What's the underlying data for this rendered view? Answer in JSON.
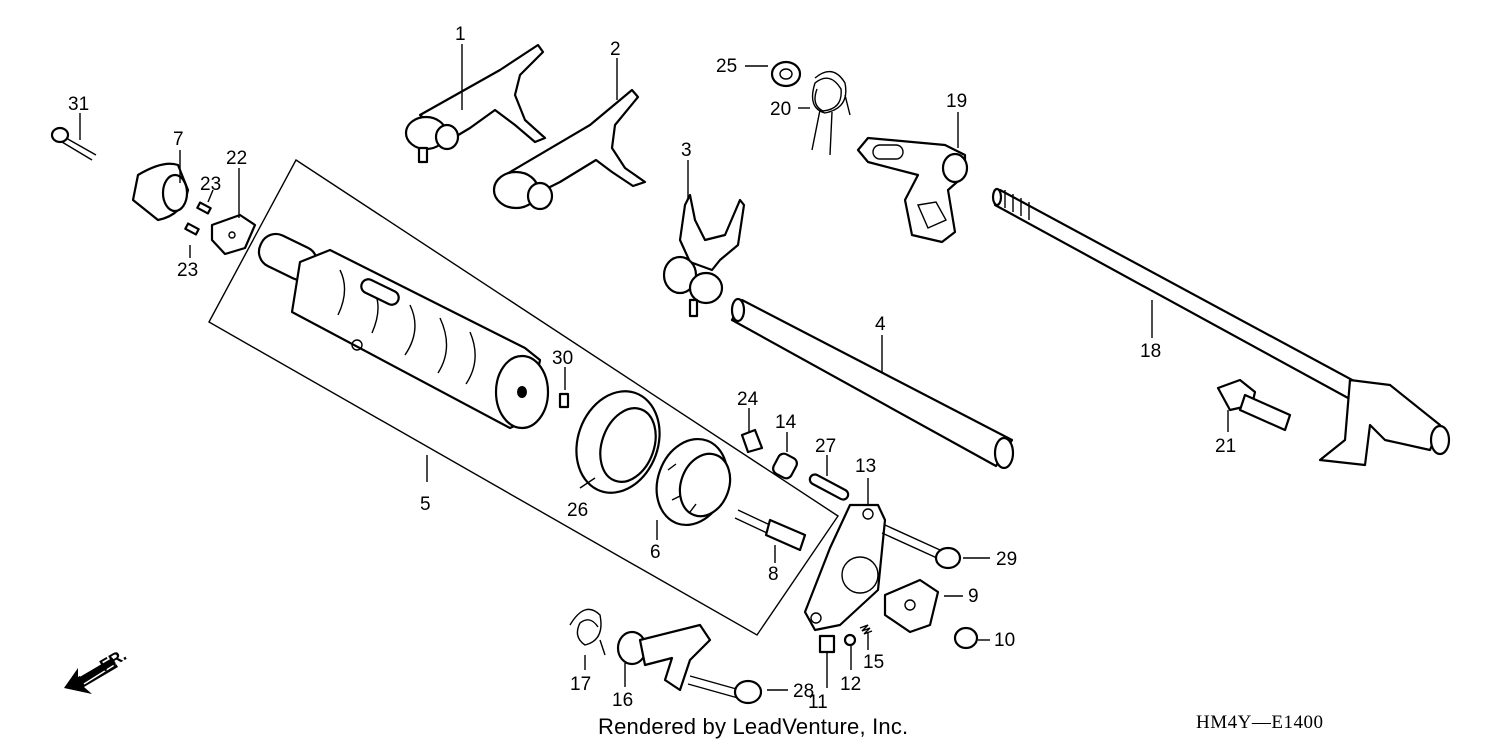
{
  "callouts": {
    "c1": "1",
    "c2": "2",
    "c3": "3",
    "c4": "4",
    "c5": "5",
    "c6": "6",
    "c7": "7",
    "c8": "8",
    "c9": "9",
    "c10": "10",
    "c11": "11",
    "c12": "12",
    "c13": "13",
    "c14": "14",
    "c15": "15",
    "c16": "16",
    "c17": "17",
    "c18": "18",
    "c19": "19",
    "c20": "20",
    "c21": "21",
    "c22": "22",
    "c23a": "23",
    "c23b": "23",
    "c24": "24",
    "c25": "25",
    "c26": "26",
    "c27": "27",
    "c28": "28",
    "c29": "29",
    "c30": "30",
    "c31": "31"
  },
  "front_arrow_label": "FR.",
  "credit": "Rendered by LeadVenture, Inc.",
  "diagram_code": "HM4Y—E1400"
}
